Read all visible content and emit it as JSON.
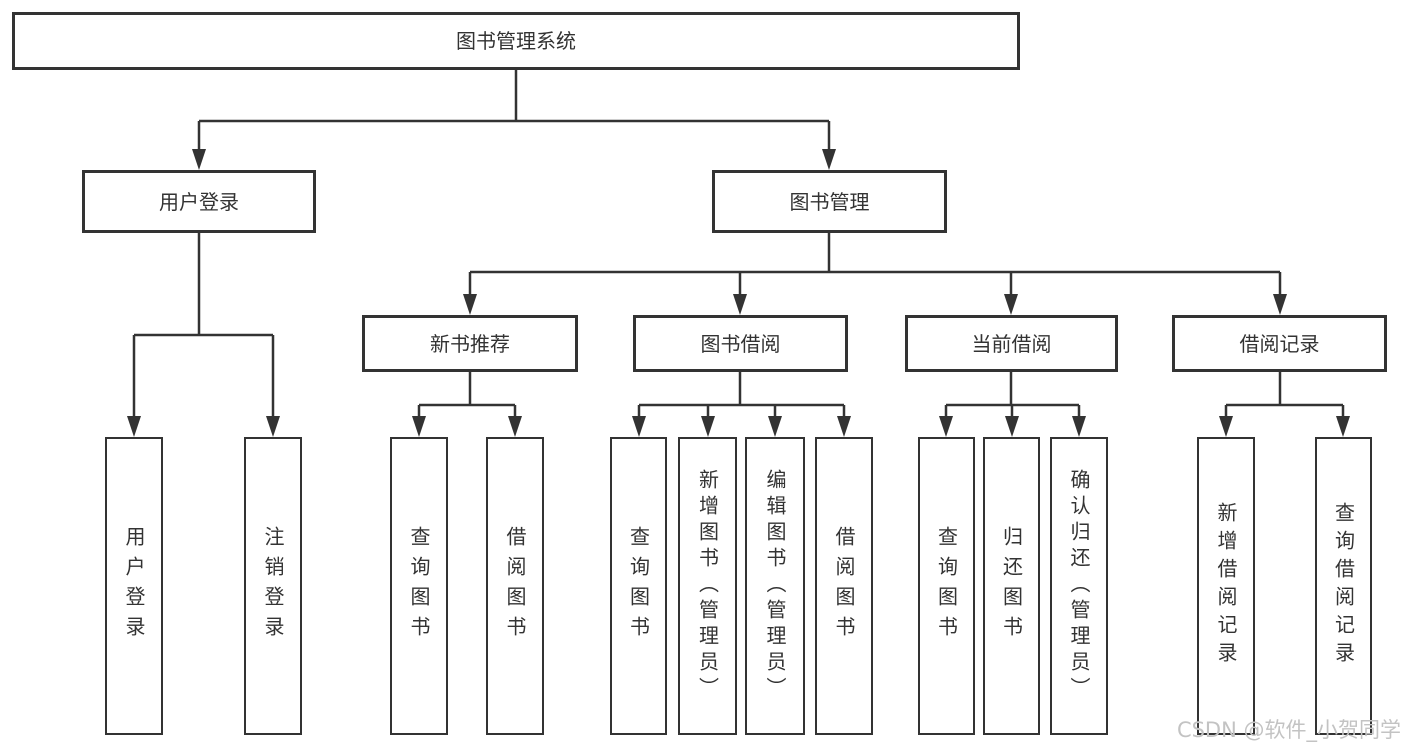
{
  "diagram": {
    "root": {
      "label": "图书管理系统"
    },
    "branches": [
      {
        "label": "用户登录",
        "children": [
          {
            "label": "用户登录"
          },
          {
            "label": "注销登录"
          }
        ]
      },
      {
        "label": "图书管理",
        "children": [
          {
            "label": "新书推荐",
            "children": [
              {
                "label": "查询图书"
              },
              {
                "label": "借阅图书"
              }
            ]
          },
          {
            "label": "图书借阅",
            "children": [
              {
                "label": "查询图书"
              },
              {
                "label": "新增图书（管理员）"
              },
              {
                "label": "编辑图书（管理员）"
              },
              {
                "label": "借阅图书"
              }
            ]
          },
          {
            "label": "当前借阅",
            "children": [
              {
                "label": "查询图书"
              },
              {
                "label": "归还图书"
              },
              {
                "label": "确认归还（管理员）"
              }
            ]
          },
          {
            "label": "借阅记录",
            "children": [
              {
                "label": "新增借阅记录"
              },
              {
                "label": "查询借阅记录"
              }
            ]
          }
        ]
      }
    ]
  },
  "watermark": {
    "text": "CSDN @软件_小贺同学"
  },
  "colors": {
    "line": "#333333",
    "text": "#333333",
    "background": "#ffffff",
    "watermark": "#c3c3c3"
  }
}
